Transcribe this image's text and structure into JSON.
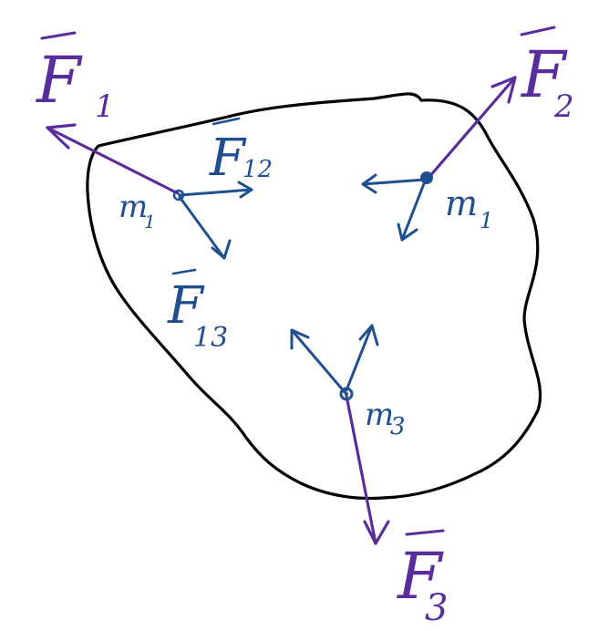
{
  "colors": {
    "external_force": "#5a2d9c",
    "internal_force": "#1f4f8f",
    "outline": "#000000",
    "background": "#ffffff"
  },
  "labels": {
    "F1": {
      "base": "F",
      "sub": "1"
    },
    "F2": {
      "base": "F",
      "sub": "2"
    },
    "F3": {
      "base": "F",
      "sub": "3"
    },
    "F12": {
      "base": "F",
      "sub": "12"
    },
    "F13": {
      "base": "F",
      "sub": "13"
    },
    "m_left": {
      "base": "m",
      "sub": "1"
    },
    "m_right": {
      "base": "m",
      "sub": "1"
    },
    "m_bottom": {
      "base": "m",
      "sub": "3"
    }
  }
}
